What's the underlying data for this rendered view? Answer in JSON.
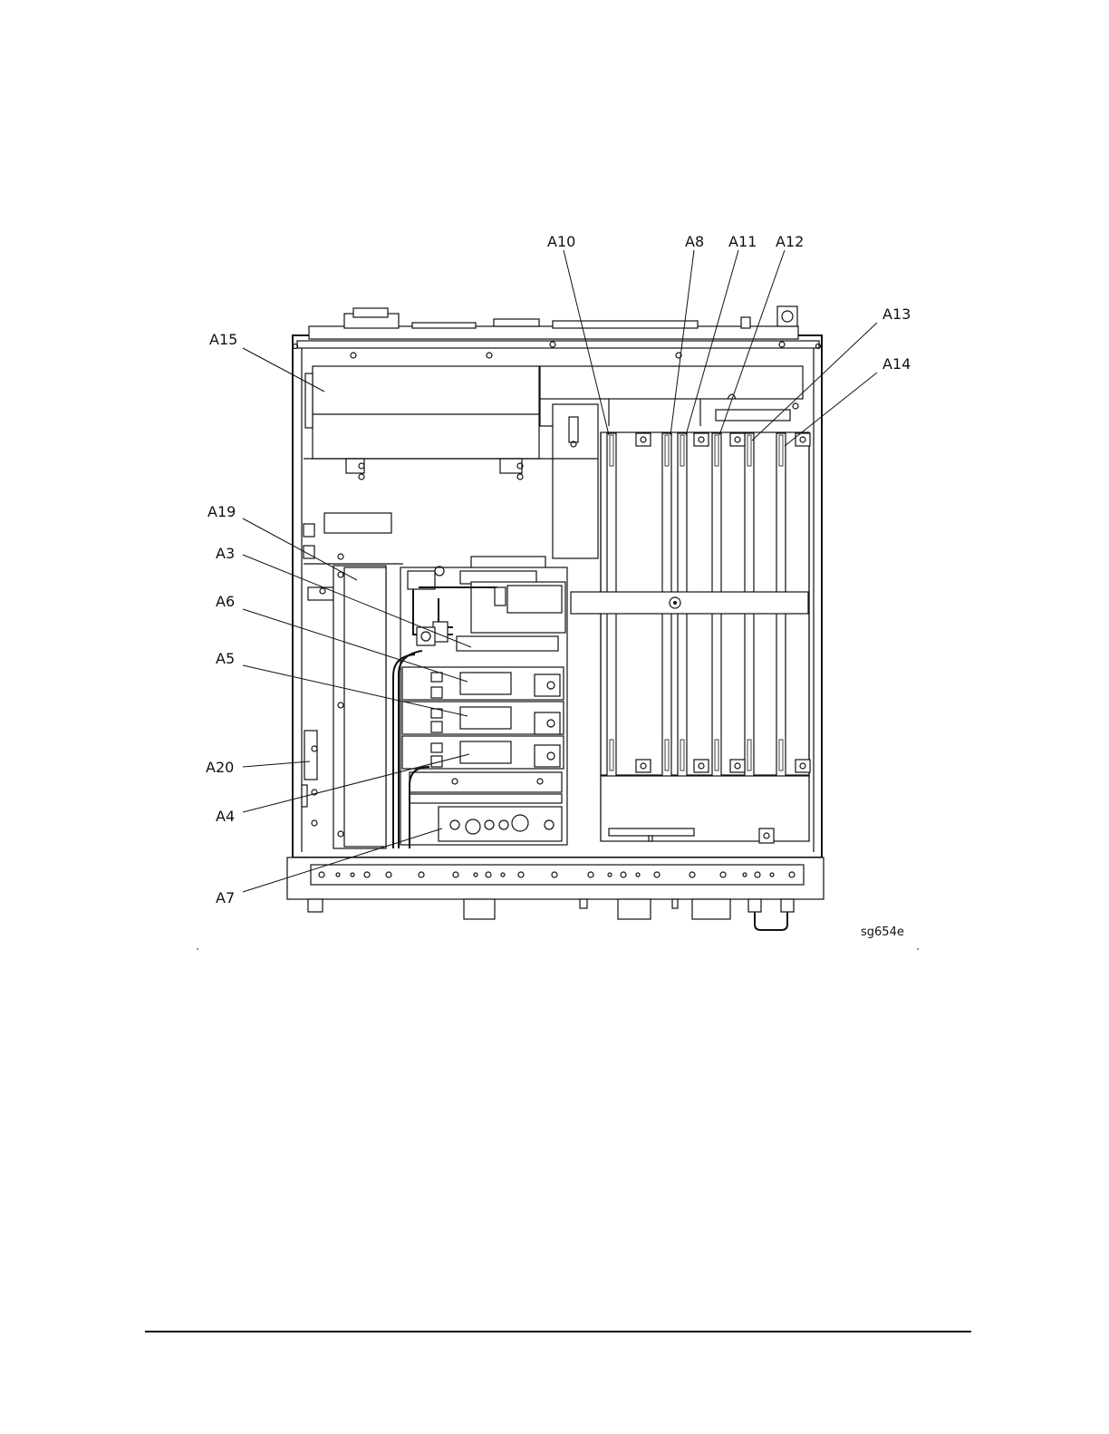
{
  "figure": {
    "id_label": "sg654e",
    "callouts": [
      {
        "key": "a10",
        "text": "A10"
      },
      {
        "key": "a8",
        "text": "A8"
      },
      {
        "key": "a11",
        "text": "A11"
      },
      {
        "key": "a12",
        "text": "A12"
      },
      {
        "key": "a13",
        "text": "A13"
      },
      {
        "key": "a14",
        "text": "A14"
      },
      {
        "key": "a15",
        "text": "A15"
      },
      {
        "key": "a19",
        "text": "A19"
      },
      {
        "key": "a3",
        "text": "A3"
      },
      {
        "key": "a6",
        "text": "A6"
      },
      {
        "key": "a5",
        "text": "A5"
      },
      {
        "key": "a20",
        "text": "A20"
      },
      {
        "key": "a4",
        "text": "A4"
      },
      {
        "key": "a7",
        "text": "A7"
      }
    ]
  }
}
